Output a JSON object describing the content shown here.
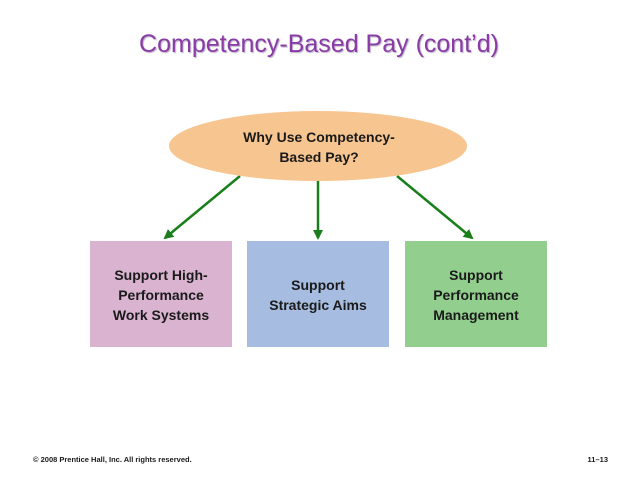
{
  "slide": {
    "title": "Competency-Based Pay (cont’d)",
    "center_node": {
      "line1": "Why Use Competency-",
      "line2": "Based Pay?",
      "color": "#f7c590"
    },
    "boxes": [
      {
        "lines": [
          "Support High-",
          "Performance",
          "Work Systems"
        ],
        "color": "#d9b3cf"
      },
      {
        "lines": [
          "Support",
          "Strategic Aims"
        ],
        "color": "#a6bce0"
      },
      {
        "lines": [
          "Support",
          "Performance",
          "Management"
        ],
        "color": "#92cf8e"
      }
    ],
    "arrow_color": "#1a7f1a",
    "footer_left": "© 2008 Prentice Hall, Inc. All rights reserved.",
    "footer_right": "11–13"
  }
}
